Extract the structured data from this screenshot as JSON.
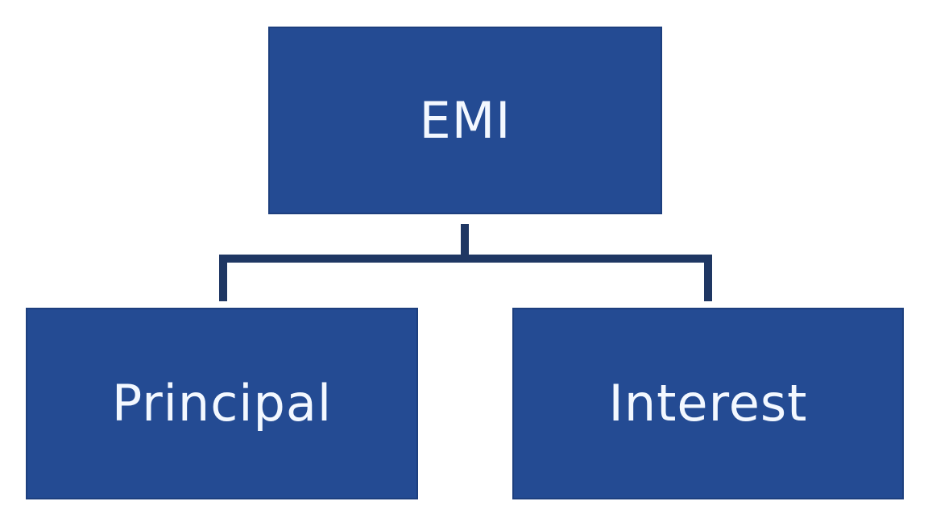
{
  "diagram": {
    "root": {
      "label": "EMI"
    },
    "children": [
      {
        "label": "Principal"
      },
      {
        "label": "Interest"
      }
    ]
  },
  "colors": {
    "box_fill": "#244b93",
    "box_text": "#f3f8ff",
    "connector": "#1f3763",
    "background": "#ffffff"
  }
}
